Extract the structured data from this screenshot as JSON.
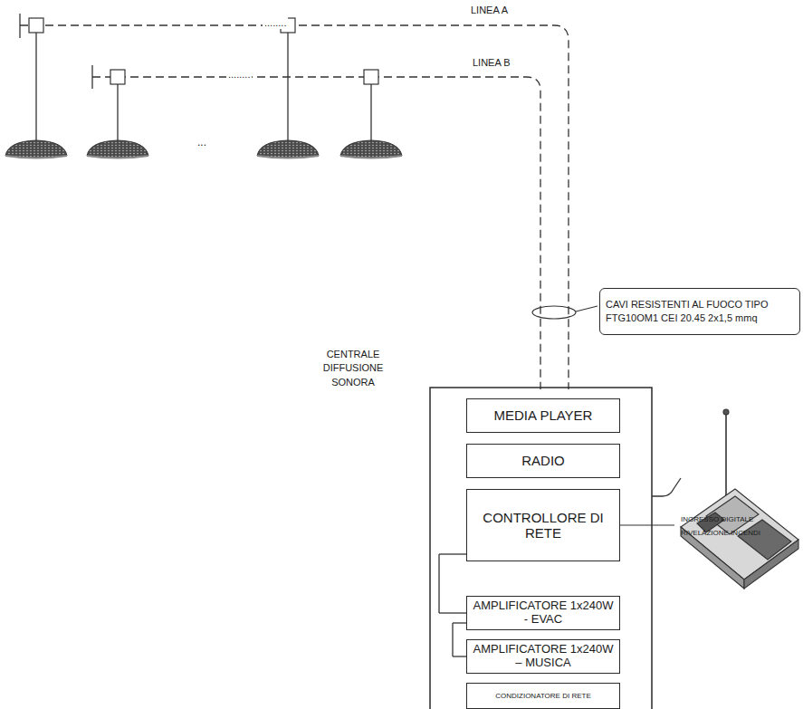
{
  "diagram": {
    "nodes": [
      {
        "text": [
          "CAVI RESISTENTI AL FUOCO TIPO FTG10OM1 CEI 20.45 2x1,5 mmq"
        ]
      },
      {
        "text": [
          "CENTRALE DIFFUSIONE SONORA"
        ]
      },
      {
        "text": [
          "MEDIA PLAYER"
        ],
        "in": 1
      },
      {
        "text": [
          "RADIO"
        ],
        "in": 1
      },
      {
        "text": [
          "CONTROLLORE DI RETE"
        ],
        "in": 1
      },
      {
        "text": [
          "AMPLIFICATORE 1x240W - EVAC"
        ],
        "in": 1
      },
      {
        "text": [
          "AMPLIFICATORE 1x240W – MUSICA"
        ],
        "in": 1
      },
      {
        "text": [
          "CONDIZIONATORE DI RETE"
        ],
        "in": 1
      }
    ],
    "edges": [
      {
        "from": 4,
        "to": 5,
        "arrow": "none"
      },
      {
        "from": 5,
        "to": 6,
        "arrow": "none"
      }
    ],
    "labels": [
      "LINEA A",
      "LINEA B",
      "........",
      "........",
      "...",
      "INGRESSO DIGITALE RIVELAZIONE INCENDI"
    ]
  }
}
